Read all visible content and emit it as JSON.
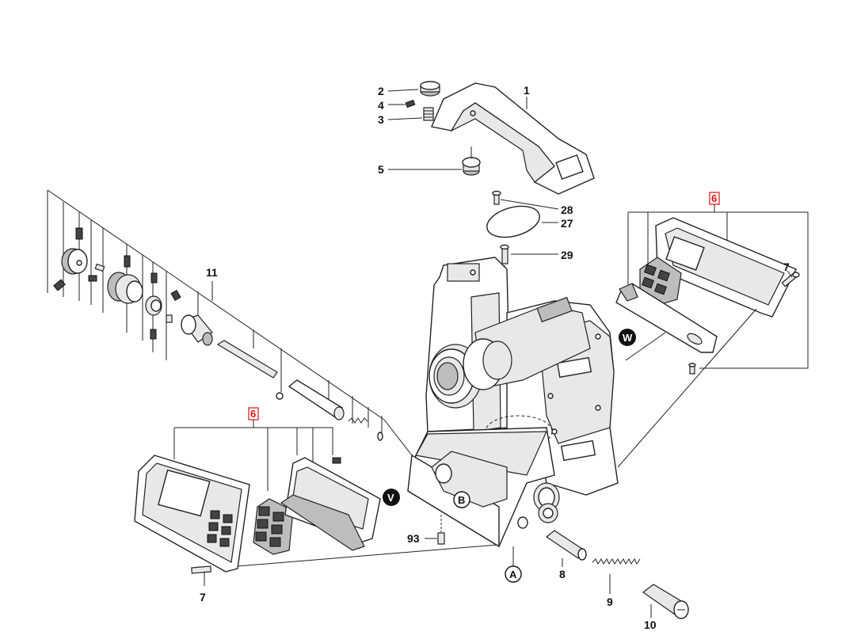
{
  "labels": {
    "p1": "1",
    "p2": "2",
    "p3": "3",
    "p4": "4",
    "p5": "5",
    "p6_right": "6",
    "p6_left": "6",
    "p7_right": "7",
    "p7_left": "7",
    "p8": "8",
    "p9": "9",
    "p10": "10",
    "p11": "11",
    "p27": "27",
    "p28": "28",
    "p29": "29",
    "p93": "93"
  },
  "circled": {
    "A": "A",
    "B": "B",
    "V": "V",
    "W": "W"
  },
  "colors": {
    "line": "#222222",
    "highlight": "#dd1111"
  }
}
